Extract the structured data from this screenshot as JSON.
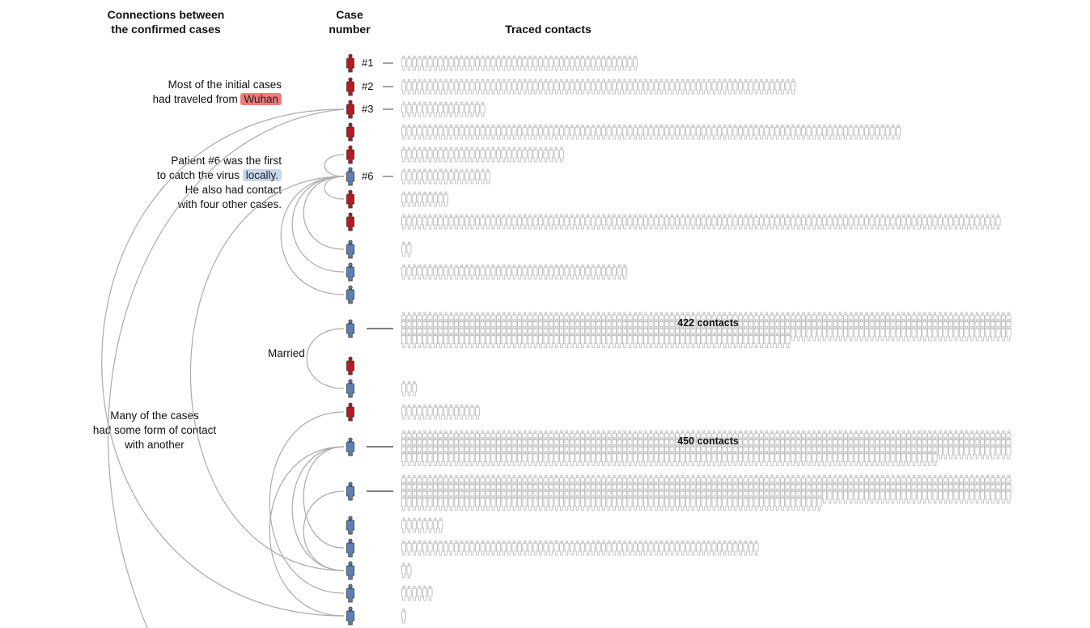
{
  "headers": {
    "connections": [
      "Connections between",
      "the confirmed cases"
    ],
    "case_number": [
      "Case",
      "number"
    ],
    "traced_contacts": "Traced contacts"
  },
  "annotations": {
    "wuhan": {
      "line1": "Most of the initial cases",
      "line2_prefix": "had traveled from",
      "line2_highlight": "Wuhan"
    },
    "patient6": {
      "line1": "Patient #6 was the first",
      "line2_prefix": "to catch the virus",
      "line2_highlight": "locally.",
      "line3": "He also had contact",
      "line4": "with four other cases."
    },
    "married": "Married",
    "contact": {
      "line1": "Many of the cases",
      "line2": "had some form of contact",
      "line3": "with another"
    }
  },
  "colors": {
    "imported": "#c0161c",
    "local": "#5b82b8",
    "contact_icon": "#b5b5b5",
    "link": "#aaaaaa",
    "wuhan_highlight": "#f07a7a",
    "local_highlight": "#c8d7ee"
  },
  "chart_data": {
    "type": "pictogram",
    "cases": [
      {
        "label": "#1",
        "origin": "imported",
        "contacts": 45
      },
      {
        "label": "#2",
        "origin": "imported",
        "contacts": 75
      },
      {
        "label": "#3",
        "origin": "imported",
        "contacts": 16
      },
      {
        "label": "",
        "origin": "imported",
        "contacts": 95
      },
      {
        "label": "",
        "origin": "imported",
        "contacts": 31
      },
      {
        "label": "#6",
        "origin": "local",
        "contacts": 17
      },
      {
        "label": "",
        "origin": "imported",
        "contacts": 9
      },
      {
        "label": "",
        "origin": "imported",
        "contacts": 114
      },
      {
        "label": "",
        "origin": "local",
        "contacts": 2
      },
      {
        "label": "",
        "origin": "local",
        "contacts": 43
      },
      {
        "label": "",
        "origin": "local",
        "contacts": 0
      },
      {
        "label": "",
        "origin": "local",
        "contacts": 422,
        "count_label": "422 contacts"
      },
      {
        "label": "",
        "origin": "imported",
        "contacts": 0
      },
      {
        "label": "",
        "origin": "local",
        "contacts": 3
      },
      {
        "label": "",
        "origin": "imported",
        "contacts": 15
      },
      {
        "label": "",
        "origin": "local",
        "contacts": 450,
        "count_label": "450 contacts"
      },
      {
        "label": "",
        "origin": "local",
        "contacts": 428
      },
      {
        "label": "",
        "origin": "local",
        "contacts": 8
      },
      {
        "label": "",
        "origin": "local",
        "contacts": 68
      },
      {
        "label": "",
        "origin": "local",
        "contacts": 2
      },
      {
        "label": "",
        "origin": "local",
        "contacts": 6
      },
      {
        "label": "",
        "origin": "local",
        "contacts": 1
      }
    ]
  }
}
